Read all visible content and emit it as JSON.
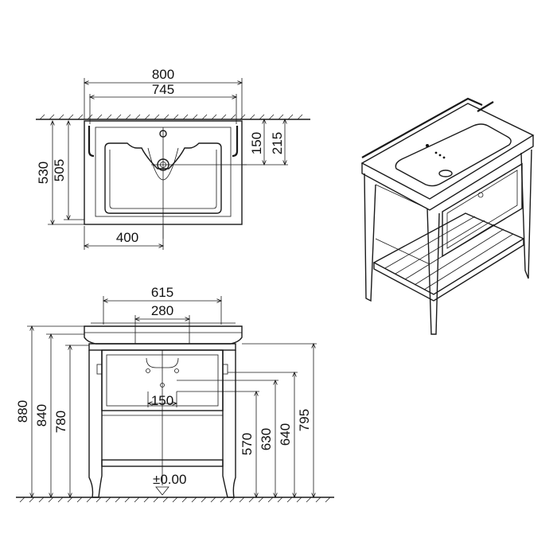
{
  "top_view": {
    "overall_width": "800",
    "inner_width": "745",
    "overall_depth": "530",
    "inner_depth": "505",
    "tap_offset": "150",
    "wall_offset": "215",
    "center_distance": "400"
  },
  "front_view": {
    "stand_width": "615",
    "rail_span": "280",
    "drain_offset": "150",
    "total_height": "880",
    "basin_top_height": "840",
    "rim_height": "780",
    "drawer_bottom_height": "570",
    "drain_height": "630",
    "drawer_top_height": "640",
    "frame_height": "795",
    "floor_level": "±0.00"
  }
}
